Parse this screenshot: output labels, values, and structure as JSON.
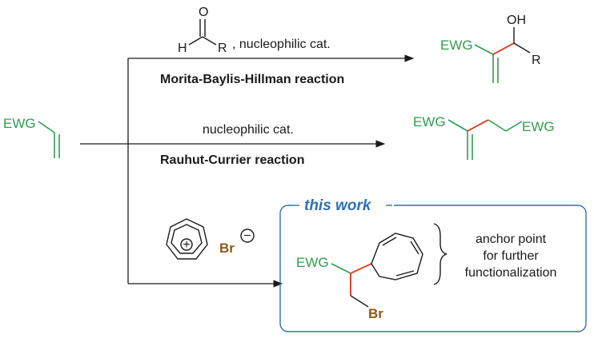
{
  "substrate": {
    "ewg": "EWG"
  },
  "mbh": {
    "aldehyde_o": "O",
    "aldehyde_h": "H",
    "aldehyde_r": "R",
    "conditions": ", nucleophilic cat.",
    "name": "Morita-Baylis-Hillman reaction",
    "product_ewg": "EWG",
    "product_oh": "OH",
    "product_r": "R"
  },
  "rc": {
    "conditions": "nucleophilic cat.",
    "name": "Rauhut-Currier reaction",
    "product_ewg1": "EWG",
    "product_ewg2": "EWG"
  },
  "work": {
    "title": "this work",
    "reagent_plus": "+",
    "reagent_br": "Br",
    "reagent_minus": "−",
    "product_ewg": "EWG",
    "product_br": "Br",
    "note": [
      "anchor point",
      "for further",
      "functionalization"
    ]
  },
  "colors": {
    "ewg_green": "#2e9e4e",
    "new_bond_red": "#e0452a",
    "bromine_brown": "#8a5a1a",
    "box_blue": "#2f6fb8"
  }
}
